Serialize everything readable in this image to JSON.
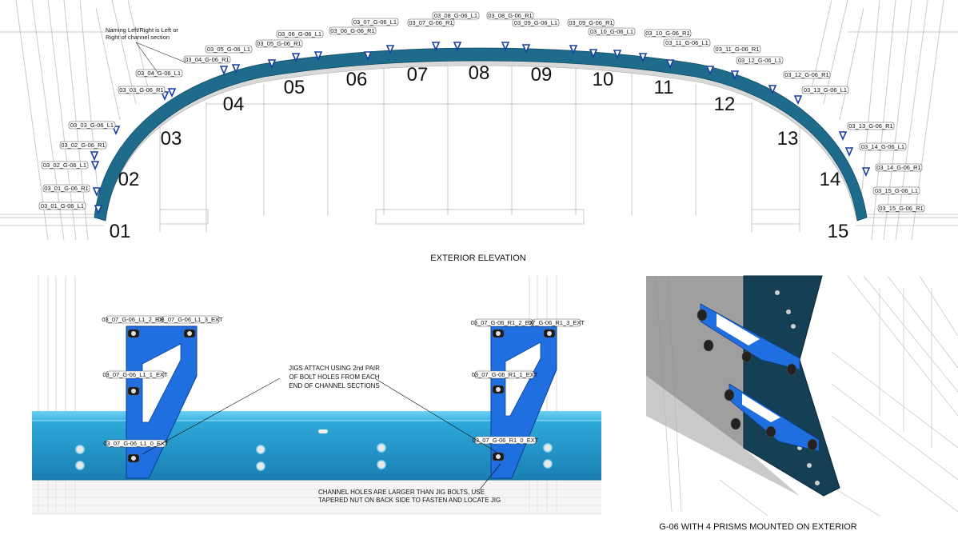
{
  "colors": {
    "channel": "#1e6b8c",
    "channel_light": "#33b6e6",
    "jig": "#1f6fe0",
    "prism_outline": "#1a3fa0",
    "frame_line": "#b8b8b8"
  },
  "elevation": {
    "caption": "EXTERIOR ELEVATION",
    "naming_note": [
      "Naming Left/Right is Left or",
      "Right of channel section"
    ],
    "sections": [
      "01",
      "02",
      "03",
      "04",
      "05",
      "06",
      "07",
      "08",
      "09",
      "10",
      "11",
      "12",
      "13",
      "14",
      "15"
    ],
    "prism_tags": [
      "03_01_G-06_L1",
      "03_01_G-06_R1",
      "03_02_G-06_L1",
      "03_02_G-06_R1",
      "03_03_G-06_L1",
      "03_03_G-06_R1",
      "03_04_G-06_L1",
      "03_04_G-06_R1",
      "03_05_G-06_L1",
      "03_05_G-06_R1",
      "03_06_G-06_L1",
      "03_06_G-06_R1",
      "03_07_G-06_L1",
      "03_07_G-06_R1",
      "03_08_G-06_L1",
      "03_08_G-06_R1",
      "03_09_G-06_L1",
      "03_09_G-06_R1",
      "03_10_G-06_L1",
      "03_10_G-06_R1",
      "03_11_G-06_L1",
      "03_11_G-06_R1",
      "03_12_G-06_L1",
      "03_12_G-06_R1",
      "03_13_G-06_L1",
      "03_13_G-06_R1",
      "03_14_G-06_L1",
      "03_14_G-06_R1",
      "03_15_G-06_L1",
      "03_15_G-06_R1"
    ]
  },
  "jig_detail": {
    "left_tags": [
      "03_07_G-06_L1_2_EXT",
      "03_07_G-06_L1_3_EXT",
      "03_07_G-06_L1_1_EXT",
      "03_07_G-06_L1_0_EXT"
    ],
    "right_tags": [
      "03_07_G-06_R1_2_EXT",
      "07_G-06_R1_3_EXT",
      "03_07_G-06_R1_1_EXT",
      "03_07_G-06_R1_0_EXT"
    ],
    "note_jigs": [
      "JIGS ATTACH USING 2nd PAIR",
      "OF BOLT HOLES FROM EACH",
      "END OF CHANNEL SECTIONS"
    ],
    "note_holes": [
      "CHANNEL HOLES ARE LARGER THAN JIG BOLTS, USE",
      "TAPERED NUT ON BACK SIDE TO FASTEN AND LOCATE JIG"
    ]
  },
  "perspective": {
    "caption": "G-06 WITH 4 PRISMS MOUNTED ON EXTERIOR"
  }
}
